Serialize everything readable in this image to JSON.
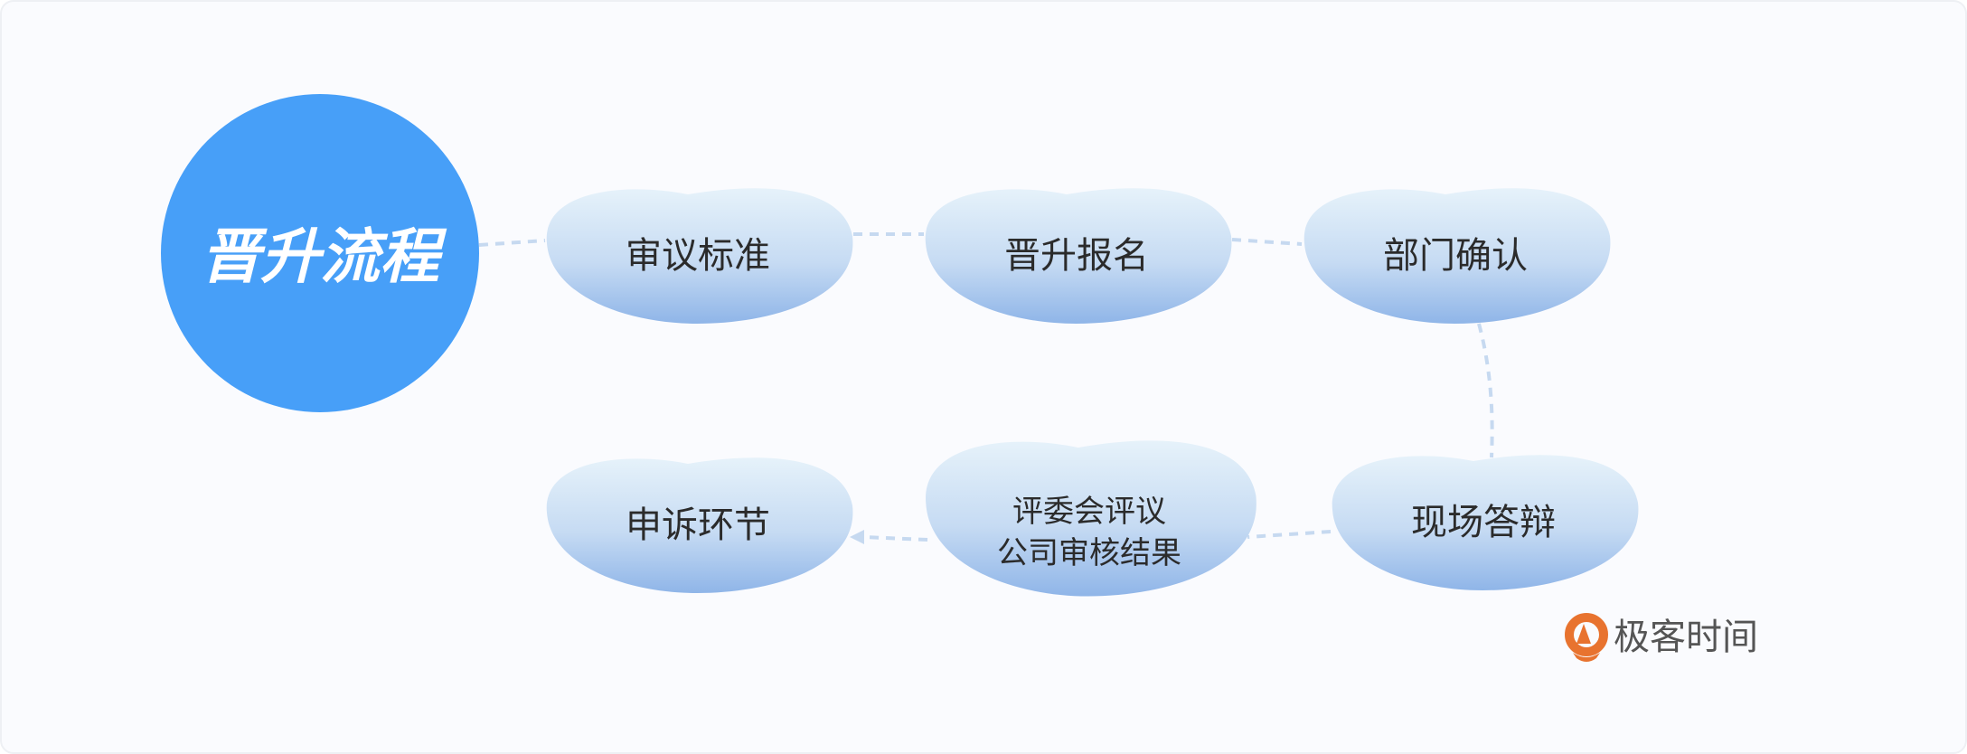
{
  "title": "晋升流程",
  "steps": [
    {
      "label": "审议标准"
    },
    {
      "label": "晋升报名"
    },
    {
      "label": "部门确认"
    },
    {
      "label": "现场答辩"
    },
    {
      "label_line1": "评委会评议",
      "label_line2": "公司审核结果"
    },
    {
      "label": "申诉环节"
    }
  ],
  "brand": {
    "name": "极客时间",
    "color": "#e8732f"
  },
  "colors": {
    "circle": "#479ff8",
    "blob_top": "#e6f2fa",
    "blob_bottom": "#8fb5e8",
    "background": "#fafbfe"
  }
}
